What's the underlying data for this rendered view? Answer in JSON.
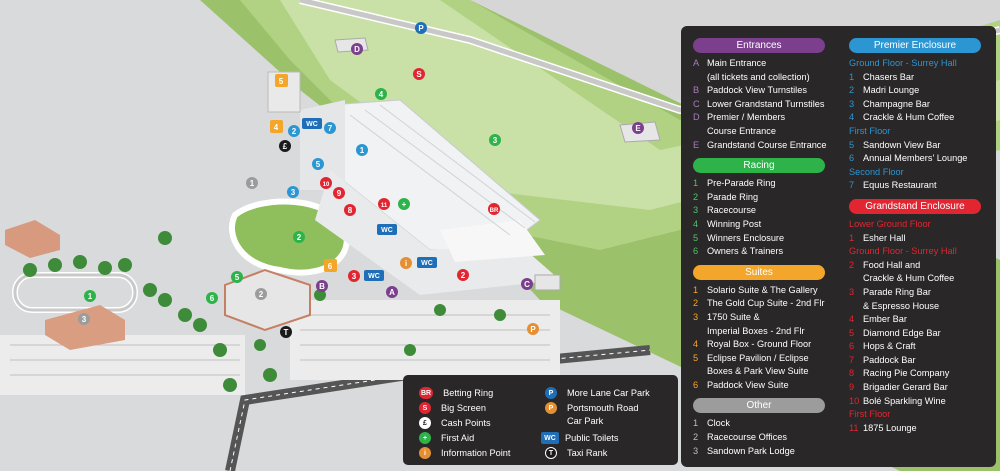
{
  "colors": {
    "entrances": "#7b3f8e",
    "racing": "#2db34a",
    "suites": "#f4a62a",
    "other": "#9c9c9c",
    "premier": "#2b96d2",
    "grandstand": "#e22631",
    "lower_floor_text": "#e22631",
    "premier_floor_text": "#2b96d2"
  },
  "entrances": {
    "title": "Entrances",
    "items": [
      {
        "key": "A",
        "text": "Main Entrance\n(all tickets and collection)"
      },
      {
        "key": "B",
        "text": "Paddock View Turnstiles"
      },
      {
        "key": "C",
        "text": "Lower Grandstand Turnstiles"
      },
      {
        "key": "D",
        "text": "Premier / Members\nCourse Entrance"
      },
      {
        "key": "E",
        "text": "Grandstand Course Entrance"
      }
    ]
  },
  "racing": {
    "title": "Racing",
    "items": [
      {
        "key": "1",
        "text": "Pre-Parade Ring"
      },
      {
        "key": "2",
        "text": "Parade Ring"
      },
      {
        "key": "3",
        "text": "Racecourse"
      },
      {
        "key": "4",
        "text": "Winning Post"
      },
      {
        "key": "5",
        "text": "Winners Enclosure"
      },
      {
        "key": "6",
        "text": "Owners & Trainers"
      }
    ]
  },
  "suites": {
    "title": "Suites",
    "items": [
      {
        "key": "1",
        "text": "Solario Suite & The Gallery"
      },
      {
        "key": "2",
        "text": "The Gold Cup Suite - 2nd Flr"
      },
      {
        "key": "3",
        "text": "1750 Suite &\nImperial Boxes - 2nd Flr"
      },
      {
        "key": "4",
        "text": "Royal Box - Ground Floor"
      },
      {
        "key": "5",
        "text": "Eclipse Pavilion / Eclipse\nBoxes & Park View Suite"
      },
      {
        "key": "6",
        "text": "Paddock View Suite"
      }
    ]
  },
  "other": {
    "title": "Other",
    "items": [
      {
        "key": "1",
        "text": "Clock"
      },
      {
        "key": "2",
        "text": "Racecourse Offices"
      },
      {
        "key": "3",
        "text": "Sandown Park Lodge"
      }
    ]
  },
  "premier": {
    "title": "Premier Enclosure",
    "floor1": "Ground Floor - Surrey Hall",
    "items1": [
      {
        "key": "1",
        "text": "Chasers Bar"
      },
      {
        "key": "2",
        "text": "Madri Lounge"
      },
      {
        "key": "3",
        "text": "Champagne Bar"
      },
      {
        "key": "4",
        "text": "Crackle & Hum Coffee"
      }
    ],
    "floor2": "First Floor",
    "items2": [
      {
        "key": "5",
        "text": "Sandown View Bar"
      },
      {
        "key": "6",
        "text": "Annual Members' Lounge"
      }
    ],
    "floor3": "Second Floor",
    "items3": [
      {
        "key": "7",
        "text": "Equus Restaurant"
      }
    ]
  },
  "grandstand": {
    "title": "Grandstand Enclosure",
    "floor1": "Lower Ground Floor",
    "items1": [
      {
        "key": "1",
        "text": "Esher Hall"
      }
    ],
    "floor2": "Ground Floor - Surrey Hall",
    "items2": [
      {
        "key": "2",
        "text": "Food Hall and\nCrackle & Hum Coffee"
      },
      {
        "key": "3",
        "text": "Parade Ring Bar\n& Espresso House"
      },
      {
        "key": "4",
        "text": "Ember Bar"
      },
      {
        "key": "5",
        "text": "Diamond Edge Bar"
      },
      {
        "key": "6",
        "text": "Hops & Craft"
      },
      {
        "key": "7",
        "text": "Paddock Bar"
      },
      {
        "key": "8",
        "text": "Racing Pie Company"
      },
      {
        "key": "9",
        "text": "Brigadier Gerard Bar"
      },
      {
        "key": "10",
        "text": "Bolé Sparkling Wine"
      }
    ],
    "floor3": "First Floor",
    "items3": [
      {
        "key": "11",
        "text": "1875 Lounge"
      }
    ]
  },
  "legend": {
    "betting_ring": {
      "badge": "BR",
      "label": "Betting Ring"
    },
    "big_screen": {
      "badge": "S",
      "label": "Big Screen"
    },
    "cash_points": {
      "badge": "£",
      "label": "Cash Points"
    },
    "first_aid": {
      "badge": "+",
      "label": "First Aid"
    },
    "info_point": {
      "badge": "i",
      "label": "Information Point"
    },
    "more_lane": {
      "badge": "P",
      "label": "More Lane Car Park"
    },
    "portsmouth": {
      "badge": "P",
      "label": "Portsmouth Road\nCar Park"
    },
    "toilets": {
      "badge": "WC",
      "label": "Public Toilets"
    },
    "taxi": {
      "badge": "T",
      "label": "Taxi Rank"
    }
  },
  "map_markers": {
    "entrance_a": "A",
    "entrance_b": "B",
    "entrance_c": "C",
    "entrance_d": "D",
    "entrance_e": "E",
    "wc": "WC",
    "parking": "P",
    "taxi": "T",
    "br": "BR",
    "s": "S",
    "info": "i"
  }
}
